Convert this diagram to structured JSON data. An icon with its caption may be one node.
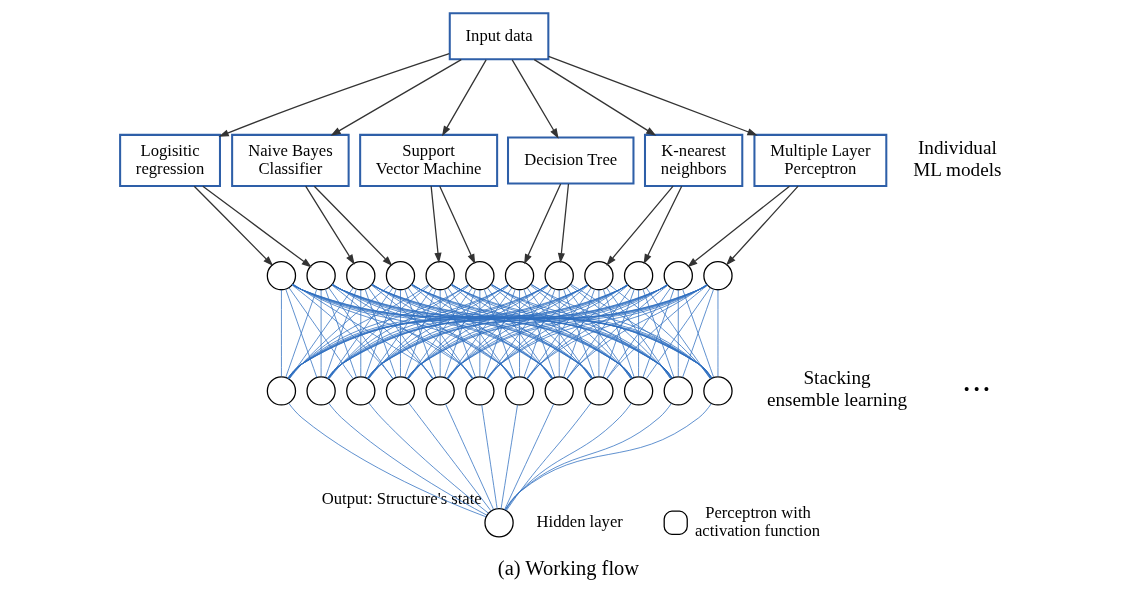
{
  "diagram": {
    "caption": "(a) Working flow",
    "nodes": [
      {
        "text": [
          "Input data"
        ]
      },
      {
        "text": [
          "Logisitic regression"
        ]
      },
      {
        "text": [
          "Naive Bayes Classifier"
        ]
      },
      {
        "text": [
          "Support Vector Machine"
        ]
      },
      {
        "text": [
          "Decision Tree"
        ]
      },
      {
        "text": [
          "K-nearest neighbors"
        ]
      },
      {
        "text": [
          "Multiple Layer Perceptron"
        ]
      },
      {
        "text": [],
        "shape": "circle"
      },
      {
        "text": [],
        "shape": "circle"
      },
      {
        "text": [],
        "shape": "circle"
      },
      {
        "text": [],
        "shape": "circle"
      },
      {
        "text": [],
        "shape": "circle"
      },
      {
        "text": [],
        "shape": "circle"
      },
      {
        "text": [],
        "shape": "circle"
      },
      {
        "text": [],
        "shape": "circle"
      },
      {
        "text": [],
        "shape": "circle"
      },
      {
        "text": [],
        "shape": "circle"
      },
      {
        "text": [],
        "shape": "circle"
      },
      {
        "text": [],
        "shape": "circle"
      },
      {
        "text": [],
        "shape": "circle"
      },
      {
        "text": [],
        "shape": "circle"
      },
      {
        "text": [],
        "shape": "circle"
      },
      {
        "text": [],
        "shape": "circle"
      },
      {
        "text": [],
        "shape": "circle"
      },
      {
        "text": [],
        "shape": "circle"
      },
      {
        "text": [],
        "shape": "circle"
      },
      {
        "text": [],
        "shape": "circle"
      },
      {
        "text": [],
        "shape": "circle"
      },
      {
        "text": [],
        "shape": "circle"
      },
      {
        "text": [],
        "shape": "circle"
      },
      {
        "text": [],
        "shape": "circle"
      },
      {
        "text": [],
        "shape": "circle",
        "beside": [
          "Output: Structure's state"
        ]
      }
    ],
    "edges": [
      {
        "from": 0,
        "to": 1,
        "arrow": "to",
        "color": "#333333"
      },
      {
        "from": 0,
        "to": 2,
        "arrow": "to",
        "color": "#333333"
      },
      {
        "from": 0,
        "to": 3,
        "arrow": "to",
        "color": "#333333"
      },
      {
        "from": 0,
        "to": 4,
        "arrow": "to",
        "color": "#333333"
      },
      {
        "from": 0,
        "to": 5,
        "arrow": "to",
        "color": "#333333"
      },
      {
        "from": 0,
        "to": 6,
        "arrow": "to",
        "color": "#333333"
      },
      {
        "from": 1,
        "to": 7,
        "arrow": "to",
        "color": "#333333"
      },
      {
        "from": 1,
        "to": 8,
        "arrow": "to",
        "color": "#333333"
      },
      {
        "from": 2,
        "to": 9,
        "arrow": "to",
        "color": "#333333"
      },
      {
        "from": 2,
        "to": 10,
        "arrow": "to",
        "color": "#333333"
      },
      {
        "from": 3,
        "to": 11,
        "arrow": "to",
        "color": "#333333"
      },
      {
        "from": 3,
        "to": 12,
        "arrow": "to",
        "color": "#333333"
      },
      {
        "from": 4,
        "to": 13,
        "arrow": "to",
        "color": "#333333"
      },
      {
        "from": 4,
        "to": 14,
        "arrow": "to",
        "color": "#333333"
      },
      {
        "from": 5,
        "to": 15,
        "arrow": "to",
        "color": "#333333"
      },
      {
        "from": 5,
        "to": 16,
        "arrow": "to",
        "color": "#333333"
      },
      {
        "from": 6,
        "to": 17,
        "arrow": "to",
        "color": "#333333"
      },
      {
        "from": 6,
        "to": 18,
        "arrow": "to",
        "color": "#333333"
      },
      {
        "from": 7,
        "to": 19,
        "arrow": "none"
      },
      {
        "from": 7,
        "to": 20,
        "arrow": "none"
      },
      {
        "from": 7,
        "to": 21,
        "arrow": "none"
      },
      {
        "from": 7,
        "to": 22,
        "arrow": "none"
      },
      {
        "from": 7,
        "to": 23,
        "arrow": "none"
      },
      {
        "from": 7,
        "to": 24,
        "arrow": "none"
      },
      {
        "from": 7,
        "to": 25,
        "arrow": "none"
      },
      {
        "from": 7,
        "to": 26,
        "arrow": "none"
      },
      {
        "from": 7,
        "to": 27,
        "arrow": "none"
      },
      {
        "from": 7,
        "to": 28,
        "arrow": "none"
      },
      {
        "from": 7,
        "to": 29,
        "arrow": "none"
      },
      {
        "from": 7,
        "to": 30,
        "arrow": "none"
      },
      {
        "from": 8,
        "to": 19,
        "arrow": "none"
      },
      {
        "from": 8,
        "to": 20,
        "arrow": "none"
      },
      {
        "from": 8,
        "to": 21,
        "arrow": "none"
      },
      {
        "from": 8,
        "to": 22,
        "arrow": "none"
      },
      {
        "from": 8,
        "to": 23,
        "arrow": "none"
      },
      {
        "from": 8,
        "to": 24,
        "arrow": "none"
      },
      {
        "from": 8,
        "to": 25,
        "arrow": "none"
      },
      {
        "from": 8,
        "to": 26,
        "arrow": "none"
      },
      {
        "from": 8,
        "to": 27,
        "arrow": "none"
      },
      {
        "from": 8,
        "to": 28,
        "arrow": "none"
      },
      {
        "from": 8,
        "to": 29,
        "arrow": "none"
      },
      {
        "from": 8,
        "to": 30,
        "arrow": "none"
      },
      {
        "from": 9,
        "to": 19,
        "arrow": "none"
      },
      {
        "from": 9,
        "to": 20,
        "arrow": "none"
      },
      {
        "from": 9,
        "to": 21,
        "arrow": "none"
      },
      {
        "from": 9,
        "to": 22,
        "arrow": "none"
      },
      {
        "from": 9,
        "to": 23,
        "arrow": "none"
      },
      {
        "from": 9,
        "to": 24,
        "arrow": "none"
      },
      {
        "from": 9,
        "to": 25,
        "arrow": "none"
      },
      {
        "from": 9,
        "to": 26,
        "arrow": "none"
      },
      {
        "from": 9,
        "to": 27,
        "arrow": "none"
      },
      {
        "from": 9,
        "to": 28,
        "arrow": "none"
      },
      {
        "from": 9,
        "to": 29,
        "arrow": "none"
      },
      {
        "from": 9,
        "to": 30,
        "arrow": "none"
      },
      {
        "from": 10,
        "to": 19,
        "arrow": "none"
      },
      {
        "from": 10,
        "to": 20,
        "arrow": "none"
      },
      {
        "from": 10,
        "to": 21,
        "arrow": "none"
      },
      {
        "from": 10,
        "to": 22,
        "arrow": "none"
      },
      {
        "from": 10,
        "to": 23,
        "arrow": "none"
      },
      {
        "from": 10,
        "to": 24,
        "arrow": "none"
      },
      {
        "from": 10,
        "to": 25,
        "arrow": "none"
      },
      {
        "from": 10,
        "to": 26,
        "arrow": "none"
      },
      {
        "from": 10,
        "to": 27,
        "arrow": "none"
      },
      {
        "from": 10,
        "to": 28,
        "arrow": "none"
      },
      {
        "from": 10,
        "to": 29,
        "arrow": "none"
      },
      {
        "from": 10,
        "to": 30,
        "arrow": "none"
      },
      {
        "from": 11,
        "to": 19,
        "arrow": "none"
      },
      {
        "from": 11,
        "to": 20,
        "arrow": "none"
      },
      {
        "from": 11,
        "to": 21,
        "arrow": "none"
      },
      {
        "from": 11,
        "to": 22,
        "arrow": "none"
      },
      {
        "from": 11,
        "to": 23,
        "arrow": "none"
      },
      {
        "from": 11,
        "to": 24,
        "arrow": "none"
      },
      {
        "from": 11,
        "to": 25,
        "arrow": "none"
      },
      {
        "from": 11,
        "to": 26,
        "arrow": "none"
      },
      {
        "from": 11,
        "to": 27,
        "arrow": "none"
      },
      {
        "from": 11,
        "to": 28,
        "arrow": "none"
      },
      {
        "from": 11,
        "to": 29,
        "arrow": "none"
      },
      {
        "from": 11,
        "to": 30,
        "arrow": "none"
      },
      {
        "from": 12,
        "to": 19,
        "arrow": "none"
      },
      {
        "from": 12,
        "to": 20,
        "arrow": "none"
      },
      {
        "from": 12,
        "to": 21,
        "arrow": "none"
      },
      {
        "from": 12,
        "to": 22,
        "arrow": "none"
      },
      {
        "from": 12,
        "to": 23,
        "arrow": "none"
      },
      {
        "from": 12,
        "to": 24,
        "arrow": "none"
      },
      {
        "from": 12,
        "to": 25,
        "arrow": "none"
      },
      {
        "from": 12,
        "to": 26,
        "arrow": "none"
      },
      {
        "from": 12,
        "to": 27,
        "arrow": "none"
      },
      {
        "from": 12,
        "to": 28,
        "arrow": "none"
      },
      {
        "from": 12,
        "to": 29,
        "arrow": "none"
      },
      {
        "from": 12,
        "to": 30,
        "arrow": "none"
      },
      {
        "from": 13,
        "to": 19,
        "arrow": "none"
      },
      {
        "from": 13,
        "to": 20,
        "arrow": "none"
      },
      {
        "from": 13,
        "to": 21,
        "arrow": "none"
      },
      {
        "from": 13,
        "to": 22,
        "arrow": "none"
      },
      {
        "from": 13,
        "to": 23,
        "arrow": "none"
      },
      {
        "from": 13,
        "to": 24,
        "arrow": "none"
      },
      {
        "from": 13,
        "to": 25,
        "arrow": "none"
      },
      {
        "from": 13,
        "to": 26,
        "arrow": "none"
      },
      {
        "from": 13,
        "to": 27,
        "arrow": "none"
      },
      {
        "from": 13,
        "to": 28,
        "arrow": "none"
      },
      {
        "from": 13,
        "to": 29,
        "arrow": "none"
      },
      {
        "from": 13,
        "to": 30,
        "arrow": "none"
      },
      {
        "from": 14,
        "to": 19,
        "arrow": "none"
      },
      {
        "from": 14,
        "to": 20,
        "arrow": "none"
      },
      {
        "from": 14,
        "to": 21,
        "arrow": "none"
      },
      {
        "from": 14,
        "to": 22,
        "arrow": "none"
      },
      {
        "from": 14,
        "to": 23,
        "arrow": "none"
      },
      {
        "from": 14,
        "to": 24,
        "arrow": "none"
      },
      {
        "from": 14,
        "to": 25,
        "arrow": "none"
      },
      {
        "from": 14,
        "to": 26,
        "arrow": "none"
      },
      {
        "from": 14,
        "to": 27,
        "arrow": "none"
      },
      {
        "from": 14,
        "to": 28,
        "arrow": "none"
      },
      {
        "from": 14,
        "to": 29,
        "arrow": "none"
      },
      {
        "from": 14,
        "to": 30,
        "arrow": "none"
      },
      {
        "from": 15,
        "to": 19,
        "arrow": "none"
      },
      {
        "from": 15,
        "to": 20,
        "arrow": "none"
      },
      {
        "from": 15,
        "to": 21,
        "arrow": "none"
      },
      {
        "from": 15,
        "to": 22,
        "arrow": "none"
      },
      {
        "from": 15,
        "to": 23,
        "arrow": "none"
      },
      {
        "from": 15,
        "to": 24,
        "arrow": "none"
      },
      {
        "from": 15,
        "to": 25,
        "arrow": "none"
      },
      {
        "from": 15,
        "to": 26,
        "arrow": "none"
      },
      {
        "from": 15,
        "to": 27,
        "arrow": "none"
      },
      {
        "from": 15,
        "to": 28,
        "arrow": "none"
      },
      {
        "from": 15,
        "to": 29,
        "arrow": "none"
      },
      {
        "from": 15,
        "to": 30,
        "arrow": "none"
      },
      {
        "from": 16,
        "to": 19,
        "arrow": "none"
      },
      {
        "from": 16,
        "to": 20,
        "arrow": "none"
      },
      {
        "from": 16,
        "to": 21,
        "arrow": "none"
      },
      {
        "from": 16,
        "to": 22,
        "arrow": "none"
      },
      {
        "from": 16,
        "to": 23,
        "arrow": "none"
      },
      {
        "from": 16,
        "to": 24,
        "arrow": "none"
      },
      {
        "from": 16,
        "to": 25,
        "arrow": "none"
      },
      {
        "from": 16,
        "to": 26,
        "arrow": "none"
      },
      {
        "from": 16,
        "to": 27,
        "arrow": "none"
      },
      {
        "from": 16,
        "to": 28,
        "arrow": "none"
      },
      {
        "from": 16,
        "to": 29,
        "arrow": "none"
      },
      {
        "from": 16,
        "to": 30,
        "arrow": "none"
      },
      {
        "from": 17,
        "to": 19,
        "arrow": "none"
      },
      {
        "from": 17,
        "to": 20,
        "arrow": "none"
      },
      {
        "from": 17,
        "to": 21,
        "arrow": "none"
      },
      {
        "from": 17,
        "to": 22,
        "arrow": "none"
      },
      {
        "from": 17,
        "to": 23,
        "arrow": "none"
      },
      {
        "from": 17,
        "to": 24,
        "arrow": "none"
      },
      {
        "from": 17,
        "to": 25,
        "arrow": "none"
      },
      {
        "from": 17,
        "to": 26,
        "arrow": "none"
      },
      {
        "from": 17,
        "to": 27,
        "arrow": "none"
      },
      {
        "from": 17,
        "to": 28,
        "arrow": "none"
      },
      {
        "from": 17,
        "to": 29,
        "arrow": "none"
      },
      {
        "from": 17,
        "to": 30,
        "arrow": "none"
      },
      {
        "from": 18,
        "to": 19,
        "arrow": "none"
      },
      {
        "from": 18,
        "to": 20,
        "arrow": "none"
      },
      {
        "from": 18,
        "to": 21,
        "arrow": "none"
      },
      {
        "from": 18,
        "to": 22,
        "arrow": "none"
      },
      {
        "from": 18,
        "to": 23,
        "arrow": "none"
      },
      {
        "from": 18,
        "to": 24,
        "arrow": "none"
      },
      {
        "from": 18,
        "to": 25,
        "arrow": "none"
      },
      {
        "from": 18,
        "to": 26,
        "arrow": "none"
      },
      {
        "from": 18,
        "to": 27,
        "arrow": "none"
      },
      {
        "from": 18,
        "to": 28,
        "arrow": "none"
      },
      {
        "from": 18,
        "to": 29,
        "arrow": "none"
      },
      {
        "from": 18,
        "to": 30,
        "arrow": "none"
      },
      {
        "from": 19,
        "to": 31,
        "arrow": "none"
      },
      {
        "from": 20,
        "to": 31,
        "arrow": "none"
      },
      {
        "from": 21,
        "to": 31,
        "arrow": "none"
      },
      {
        "from": 22,
        "to": 31,
        "arrow": "none"
      },
      {
        "from": 23,
        "to": 31,
        "arrow": "none"
      },
      {
        "from": 24,
        "to": 31,
        "arrow": "none"
      },
      {
        "from": 25,
        "to": 31,
        "arrow": "none"
      },
      {
        "from": 26,
        "to": 31,
        "arrow": "none"
      },
      {
        "from": 27,
        "to": 31,
        "arrow": "none"
      },
      {
        "from": 28,
        "to": 31,
        "arrow": "none"
      },
      {
        "from": 29,
        "to": 31,
        "arrow": "none"
      },
      {
        "from": 30,
        "to": 31,
        "arrow": "none"
      }
    ],
    "labels": [
      "Individual ML models",
      "Stacking ensemble learning",
      "• • •",
      "Hidden layer"
    ],
    "legend": [
      {
        "text": "Perceptron with activation function"
      }
    ]
  }
}
